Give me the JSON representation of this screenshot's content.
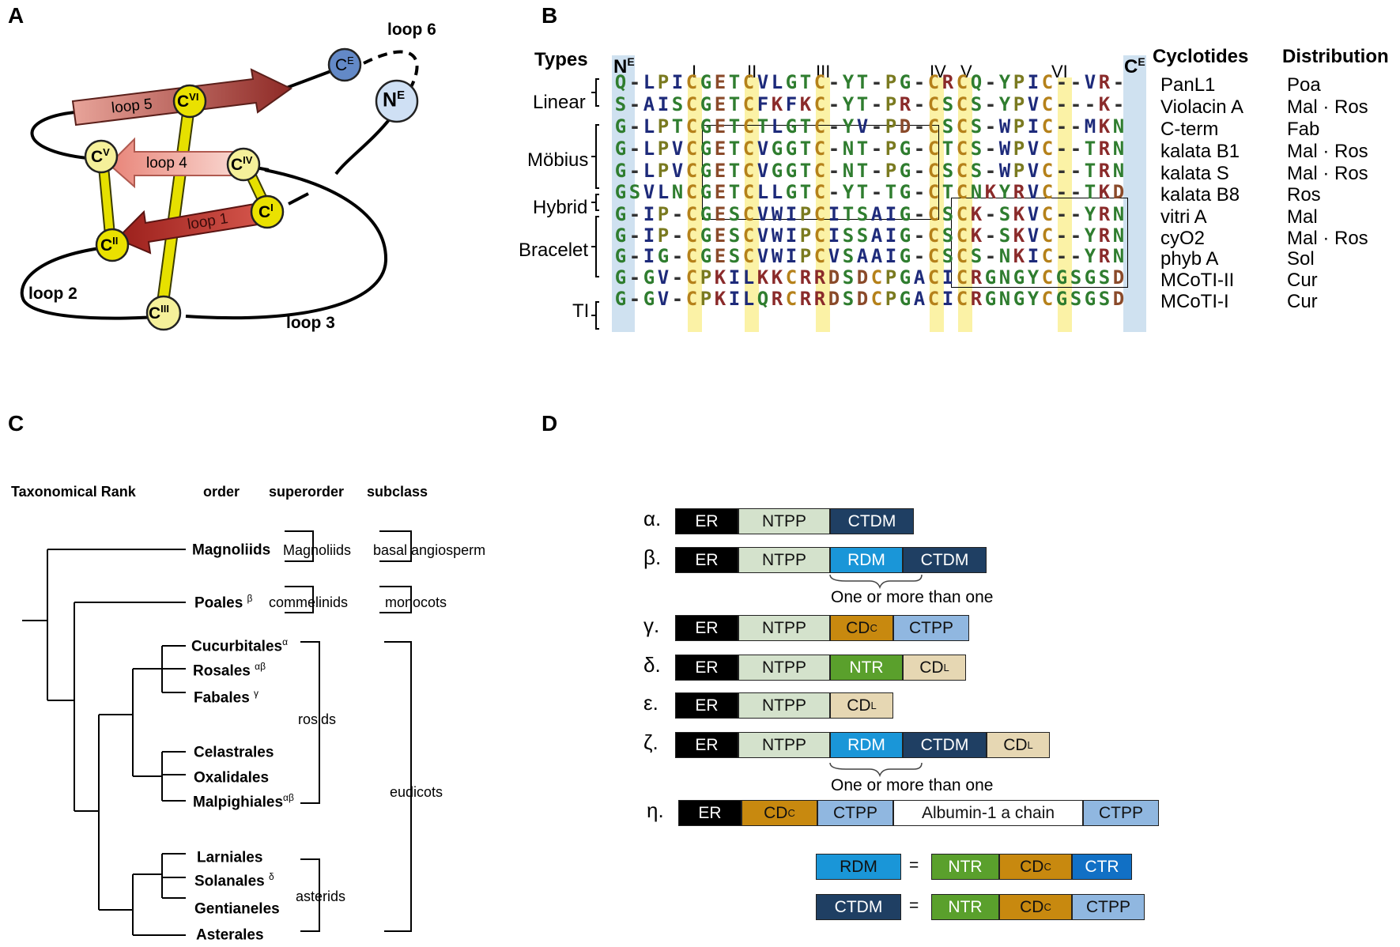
{
  "panels": {
    "a": "A",
    "b": "B",
    "c": "C",
    "d": "D"
  },
  "panel_a": {
    "loops": [
      "loop 1",
      "loop 2",
      "loop 3",
      "loop 4",
      "loop 5",
      "loop 6"
    ],
    "cysteines": [
      "C",
      "C",
      "C",
      "C",
      "C",
      "C"
    ],
    "cys_sup": [
      "I",
      "II",
      "III",
      "IV",
      "V",
      "VI"
    ],
    "ce": "C",
    "ce_sup": "E",
    "ne": "N",
    "ne_sup": "E"
  },
  "panel_b": {
    "header_types": "Types",
    "header_ne": "N",
    "header_ne_sup": "E",
    "header_ce": "C",
    "header_ce_sup": "E",
    "header_cyclotides": "Cyclotides",
    "header_distribution": "Distribution",
    "roman": [
      "I",
      "II",
      "III",
      "IV",
      "V",
      "VI"
    ],
    "types": [
      "Linear",
      "Möbius",
      "Hybrid",
      "Bracelet",
      "TI"
    ],
    "rows": [
      {
        "seq": "Q-LPICGETCVLGTC-YT-PG-CRCQ-YPIC--VR-",
        "name": "PanL1",
        "dist": "Poa"
      },
      {
        "seq": "S-AISCGETCFKFKC-YT-PR-CSCS-YPVC---K-",
        "name": "Violacin A",
        "dist": "Mal · Ros"
      },
      {
        "seq": "G-LPTCGETCTLGTC-YV-PD-CSCS-WPIC--MKN",
        "name": "C-term",
        "dist": "Fab"
      },
      {
        "seq": "G-LPVCGETCVGGTC-NT-PG-CTCS-WPVC--TRN",
        "name": "kalata B1",
        "dist": "Mal · Ros"
      },
      {
        "seq": "G-LPVCGETCVGGTC-NT-PG-CSCS-WPVC--TRN",
        "name": "kalata S",
        "dist": "Mal · Ros"
      },
      {
        "seq": "GSVLNCGETCLLGTC-YT-TG-CTCNKYRVC--TKD",
        "name": "kalata B8",
        "dist": "Ros"
      },
      {
        "seq": "G-IP-CGESCVWIPCITSAIG-CSCK-SKVC--YRN",
        "name": "vitri A",
        "dist": "Mal"
      },
      {
        "seq": "G-IP-CGESCVWIPCISSAIG-CSCK-SKVC--YRN",
        "name": "cyO2",
        "dist": "Mal · Ros"
      },
      {
        "seq": "G-IG-CGESCVWIPCVSAAIG-CSCS-NKIC--YRN",
        "name": "phyb A",
        "dist": "Sol"
      },
      {
        "seq": "G-GV-CPKILKKCRRDSDCPGACICRGNGYCGSGSD",
        "name": "MCoTI-II",
        "dist": "Cur"
      },
      {
        "seq": "G-GV-CPKILQRCRRDSDCPGACICRGNGYCGSGSD",
        "name": "MCoTI-I",
        "dist": "Cur"
      }
    ]
  },
  "panel_c": {
    "headers": [
      "Taxonomical Rank",
      "order",
      "superorder",
      "subclass"
    ],
    "taxa": [
      {
        "name": "Magnoliids",
        "sup": ""
      },
      {
        "name": "Poales",
        "sup": "β"
      },
      {
        "name": "Cucurbitales",
        "sup": "α"
      },
      {
        "name": "Rosales",
        "sup": "αβ"
      },
      {
        "name": "Fabales",
        "sup": "γ"
      },
      {
        "name": "Celastrales",
        "sup": ""
      },
      {
        "name": "Oxalidales",
        "sup": ""
      },
      {
        "name": "Malpighiales",
        "sup": "αβ"
      },
      {
        "name": "Larniales",
        "sup": ""
      },
      {
        "name": "Solanales",
        "sup": "δ"
      },
      {
        "name": "Gentianeles",
        "sup": ""
      },
      {
        "name": "Asterales",
        "sup": ""
      }
    ],
    "superorders": [
      "Magnoliids",
      "commelinids",
      "rosids",
      "asterids"
    ],
    "subclasses": [
      "basal angiosperm",
      "monocots",
      "eudicots"
    ]
  },
  "panel_d": {
    "rows": [
      {
        "greek": "α.",
        "segs": [
          {
            "t": "ER",
            "s": ""
          },
          {
            "t": "NTPP",
            "s": ""
          },
          {
            "t": "CTDM",
            "s": ""
          }
        ]
      },
      {
        "greek": "β.",
        "segs": [
          {
            "t": "ER",
            "s": ""
          },
          {
            "t": "NTPP",
            "s": ""
          },
          {
            "t": "RDM",
            "s": ""
          },
          {
            "t": "CTDM",
            "s": ""
          }
        ]
      },
      {
        "greek": "γ.",
        "segs": [
          {
            "t": "ER",
            "s": ""
          },
          {
            "t": "NTPP",
            "s": ""
          },
          {
            "t": "CD",
            "s": "C"
          },
          {
            "t": "CTPP",
            "s": ""
          }
        ]
      },
      {
        "greek": "δ.",
        "segs": [
          {
            "t": "ER",
            "s": ""
          },
          {
            "t": "NTPP",
            "s": ""
          },
          {
            "t": "NTR",
            "s": ""
          },
          {
            "t": "CD",
            "s": "L"
          }
        ]
      },
      {
        "greek": "ε.",
        "segs": [
          {
            "t": "ER",
            "s": ""
          },
          {
            "t": "NTPP",
            "s": ""
          },
          {
            "t": "CD",
            "s": "L"
          }
        ]
      },
      {
        "greek": "ζ.",
        "segs": [
          {
            "t": "ER",
            "s": ""
          },
          {
            "t": "NTPP",
            "s": ""
          },
          {
            "t": "RDM",
            "s": ""
          },
          {
            "t": "CTDM",
            "s": ""
          },
          {
            "t": "CD",
            "s": "L"
          }
        ]
      },
      {
        "greek": "η.",
        "segs": [
          {
            "t": "ER",
            "s": ""
          },
          {
            "t": "CD",
            "s": "C"
          },
          {
            "t": "CTPP",
            "s": ""
          },
          {
            "t": "Albumin-1 a chain",
            "s": ""
          },
          {
            "t": "CTPP",
            "s": ""
          }
        ]
      }
    ],
    "note": "One or more than one",
    "eq_rdm": {
      "lhs": "RDM",
      "eq": "=",
      "segs": [
        {
          "t": "NTR",
          "s": ""
        },
        {
          "t": "CD",
          "s": "C"
        },
        {
          "t": "CTR",
          "s": ""
        }
      ]
    },
    "eq_ctdm": {
      "lhs": "CTDM",
      "eq": "=",
      "segs": [
        {
          "t": "NTR",
          "s": ""
        },
        {
          "t": "CD",
          "s": "C"
        },
        {
          "t": "CTPP",
          "s": ""
        }
      ]
    },
    "colors": {
      "ER": "#000000",
      "NTPP": "#d4e2cc",
      "CTDM": "#1f3f63",
      "RDM": "#1a96d8",
      "CDC": "#c8890f",
      "CTPP": "#90b7e0",
      "NTR": "#5aa02c",
      "CDL": "#e6d7b3",
      "ALB": "#ffffff",
      "CTR": "#1170c5"
    }
  }
}
